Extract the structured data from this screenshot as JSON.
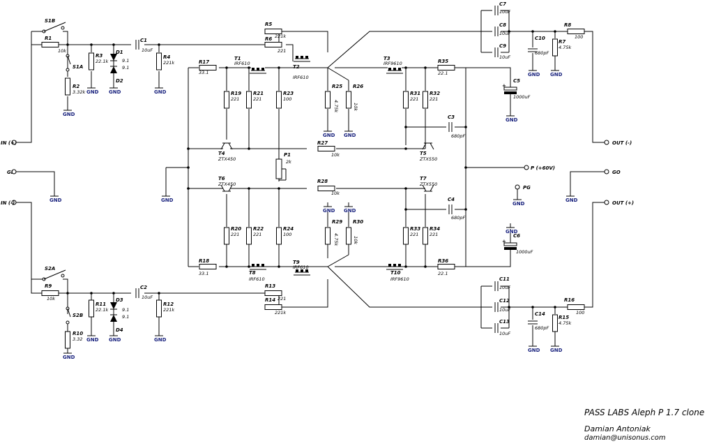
{
  "title": "PASS LABS Aleph P 1.7 clone",
  "author": "Damian Antoniak",
  "email": "damian@unisonus.com",
  "terminals": {
    "in_plus": "IN (+)",
    "gi": "GI",
    "in_minus": "IN (-)",
    "out_minus": "OUT (-)",
    "go": "GO",
    "out_plus": "OUT (+)",
    "p60": "P (+60V)",
    "pg": "PG"
  },
  "gnd_label": "GND",
  "switches": {
    "s1b": "S1B",
    "s1a": "S1A",
    "s2a": "S2A",
    "s2b": "S2B"
  },
  "resistors": [
    {
      "ref": "R1",
      "val": "10k"
    },
    {
      "ref": "R2",
      "val": "3.32k"
    },
    {
      "ref": "R3",
      "val": "22.1k"
    },
    {
      "ref": "R4",
      "val": "221k"
    },
    {
      "ref": "R5",
      "val": "221k"
    },
    {
      "ref": "R6",
      "val": "221"
    },
    {
      "ref": "R7",
      "val": "4.75k"
    },
    {
      "ref": "R8",
      "val": "100"
    },
    {
      "ref": "R9",
      "val": "10k"
    },
    {
      "ref": "R10",
      "val": "3.32"
    },
    {
      "ref": "R11",
      "val": "22.1k"
    },
    {
      "ref": "R12",
      "val": "221k"
    },
    {
      "ref": "R13",
      "val": "221"
    },
    {
      "ref": "R14",
      "val": "221k"
    },
    {
      "ref": "R15",
      "val": "4.75k"
    },
    {
      "ref": "R16",
      "val": "100"
    },
    {
      "ref": "R17",
      "val": "33.1"
    },
    {
      "ref": "R18",
      "val": "33.1"
    },
    {
      "ref": "R19",
      "val": "221"
    },
    {
      "ref": "R20",
      "val": "221"
    },
    {
      "ref": "R21",
      "val": "221"
    },
    {
      "ref": "R22",
      "val": "221"
    },
    {
      "ref": "R23",
      "val": "100"
    },
    {
      "ref": "R24",
      "val": "100"
    },
    {
      "ref": "R25",
      "val": "4.75k"
    },
    {
      "ref": "R26",
      "val": "10k"
    },
    {
      "ref": "R27",
      "val": "10k"
    },
    {
      "ref": "R28",
      "val": "10k"
    },
    {
      "ref": "R29",
      "val": "4.75k"
    },
    {
      "ref": "R30",
      "val": "10k"
    },
    {
      "ref": "R31",
      "val": "221"
    },
    {
      "ref": "R32",
      "val": "221"
    },
    {
      "ref": "R33",
      "val": "221"
    },
    {
      "ref": "R34",
      "val": "221"
    },
    {
      "ref": "R35",
      "val": "22.1"
    },
    {
      "ref": "R36",
      "val": "22.1"
    }
  ],
  "capacitors": [
    {
      "ref": "C1",
      "val": "10uF"
    },
    {
      "ref": "C2",
      "val": "10uF"
    },
    {
      "ref": "C3",
      "val": "680pF"
    },
    {
      "ref": "C4",
      "val": "680pF"
    },
    {
      "ref": "C5",
      "val": "1000uF"
    },
    {
      "ref": "C6",
      "val": "1000uF"
    },
    {
      "ref": "C7",
      "val": "10uF"
    },
    {
      "ref": "C8",
      "val": "10uF"
    },
    {
      "ref": "C9",
      "val": "10uF"
    },
    {
      "ref": "C10",
      "val": "680pF"
    },
    {
      "ref": "C11",
      "val": "10uF"
    },
    {
      "ref": "C12",
      "val": "10uF"
    },
    {
      "ref": "C13",
      "val": "10uF"
    },
    {
      "ref": "C14",
      "val": "680pF"
    }
  ],
  "diodes": [
    {
      "ref": "D1",
      "val": "9.1"
    },
    {
      "ref": "D2",
      "val": "9.1"
    },
    {
      "ref": "D3",
      "val": "9.1"
    },
    {
      "ref": "D4",
      "val": "9.1"
    }
  ],
  "transistors": [
    {
      "ref": "T1",
      "val": "IRF610"
    },
    {
      "ref": "T2",
      "val": "IRF610"
    },
    {
      "ref": "T3",
      "val": "IRF9610"
    },
    {
      "ref": "T4",
      "val": "ZTX450"
    },
    {
      "ref": "T5",
      "val": "ZTX550"
    },
    {
      "ref": "T6",
      "val": "ZTX450"
    },
    {
      "ref": "T7",
      "val": "ZTX550"
    },
    {
      "ref": "T8",
      "val": "IRF610"
    },
    {
      "ref": "T9",
      "val": "IRF610"
    },
    {
      "ref": "T10",
      "val": "IRF9610"
    }
  ],
  "pot": {
    "ref": "P1",
    "val": "2k"
  },
  "colors": {
    "wire": "#000000",
    "gnd_text": "#1a237e"
  }
}
